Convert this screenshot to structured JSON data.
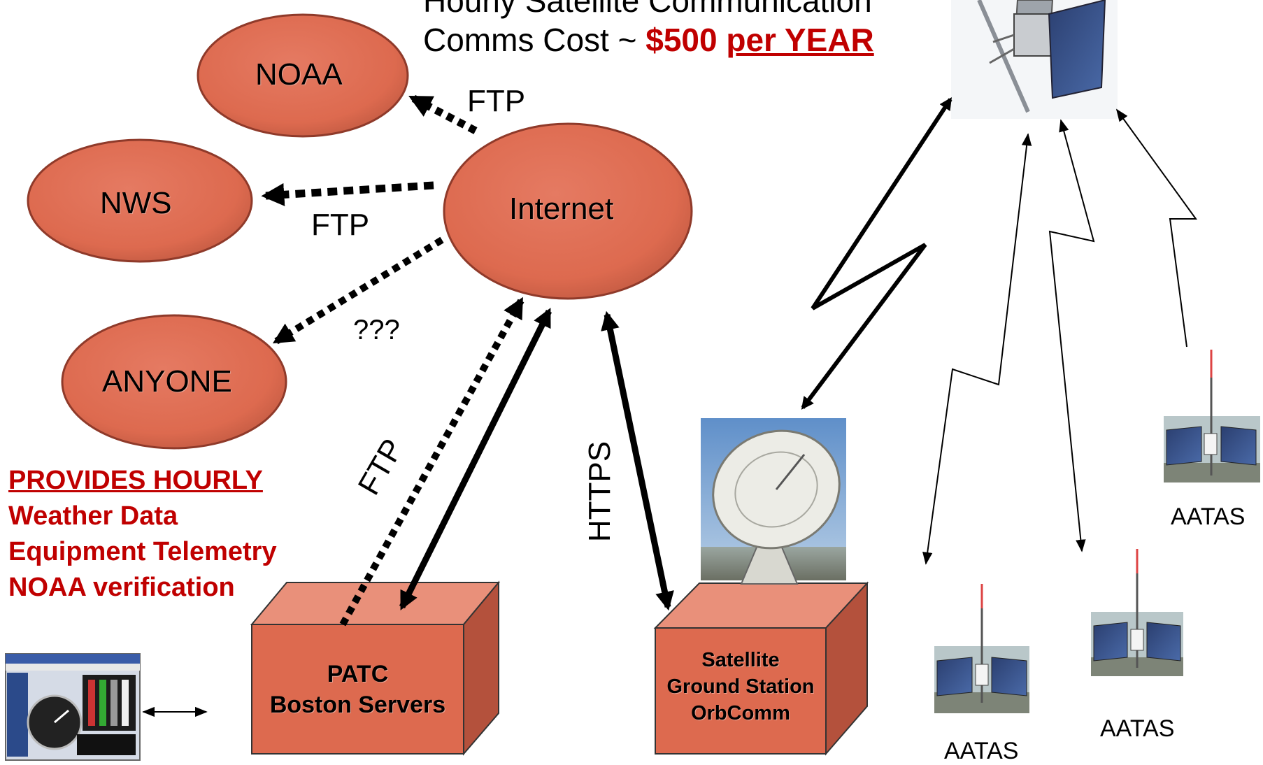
{
  "header": {
    "line1": "Hourly Satellite Communication",
    "line2_prefix": "Comms Cost ~ ",
    "line2_amount": "$500",
    "line2_period": "per YEAR"
  },
  "nodes": {
    "noaa": "NOAA",
    "nws": "NWS",
    "anyone": "ANYONE",
    "internet": "Internet"
  },
  "edges": {
    "ftp_noaa": "FTP",
    "ftp_nws": "FTP",
    "unknown": "???",
    "ftp_patc": "FTP",
    "https": "HTTPS"
  },
  "patc": {
    "line1": "PATC",
    "line2": "Boston Servers"
  },
  "ground_station": {
    "line1": "Satellite",
    "line2": "Ground Station",
    "line3": "OrbComm"
  },
  "provides": {
    "title": "PROVIDES HOURLY",
    "items": [
      "Weather Data",
      "Equipment Telemetry",
      "NOAA verification"
    ]
  },
  "stations": [
    "AATAS",
    "AATAS",
    "AATAS"
  ],
  "colors": {
    "node_fill": "#dd6a4f",
    "node_stroke": "#8f3a2a",
    "box_front": "#dd6a4f",
    "box_top": "#e9907a",
    "box_side": "#b4513c",
    "accent_red": "#c00000"
  }
}
